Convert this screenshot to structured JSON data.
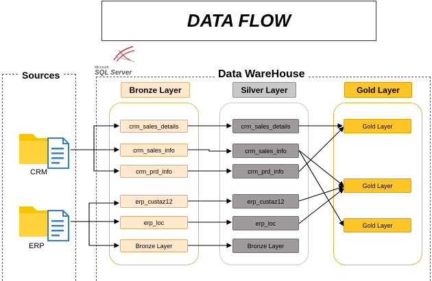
{
  "title": "DATA FLOW",
  "sources": {
    "heading": "Sources",
    "items": [
      {
        "label": "CRM"
      },
      {
        "label": "ERP"
      }
    ]
  },
  "warehouse": {
    "heading": "Data WareHouse",
    "logo_text_small": "Microsoft",
    "logo_text": "SQL Server"
  },
  "bronze": {
    "heading": "Bronze Layer",
    "nodes": [
      "crm_sales_details",
      "crm_sales_info",
      "crm_prd_info",
      "erp_custaz12",
      "erp_loc",
      "Bronze Layer"
    ]
  },
  "silver": {
    "heading": "Silver Layer",
    "nodes": [
      "crm_sales_details",
      "crm_sales_info",
      "crm_prd_info",
      "erp_custaz12",
      "erp_loc",
      "Bronze Layer"
    ]
  },
  "gold": {
    "heading": "Gold Layer",
    "nodes": [
      "Gold Layer",
      "Gold Layer",
      "Gold Layer"
    ]
  },
  "colors": {
    "bronze_fill": "#fde8cc",
    "silver_fill": "#9f9a9b",
    "gold_fill": "#ffc524",
    "folder": "#f8c400",
    "document": "#2c7bd6"
  }
}
